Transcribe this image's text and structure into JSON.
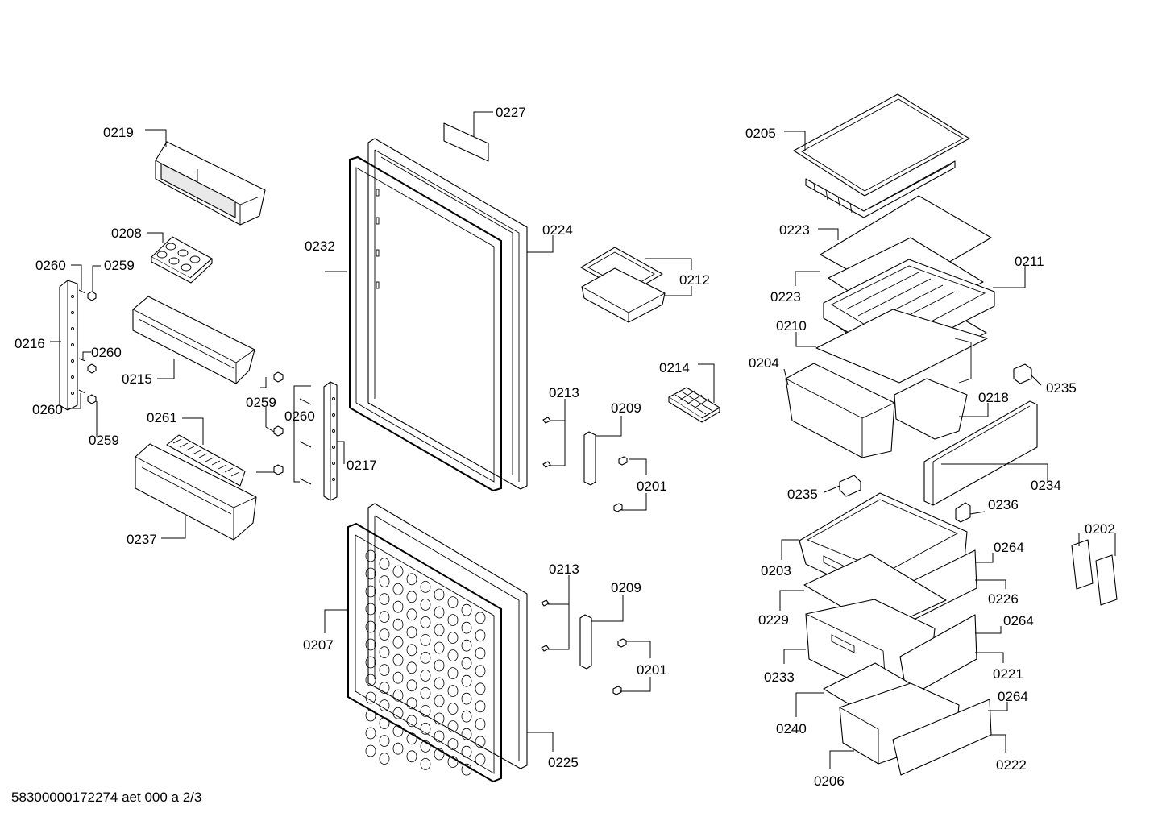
{
  "footer": "58300000172274 aet 000 a 2/3",
  "labels": {
    "l0219": "0219",
    "l0208": "0208",
    "l0260a": "0260",
    "l0259a": "0259",
    "l0216": "0216",
    "l0260b": "0260",
    "l0215": "0215",
    "l0260c": "0260",
    "l0259b": "0259",
    "l0261": "0261",
    "l0259c": "0259",
    "l0260d": "0260",
    "l0217": "0217",
    "l0237": "0237",
    "l0227": "0227",
    "l0232": "0232",
    "l0224": "0224",
    "l0212": "0212",
    "l0214": "0214",
    "l0213a": "0213",
    "l0209a": "0209",
    "l0201a": "0201",
    "l0213b": "0213",
    "l0209b": "0209",
    "l0201b": "0201",
    "l0207": "0207",
    "l0225": "0225",
    "l0205": "0205",
    "l0223a": "0223",
    "l0223b": "0223",
    "l0211": "0211",
    "l0210": "0210",
    "l0204": "0204",
    "l0235a": "0235",
    "l0218": "0218",
    "l0234": "0234",
    "l0235b": "0235",
    "l0236": "0236",
    "l0202": "0202",
    "l0203": "0203",
    "l0264a": "0264",
    "l0226": "0226",
    "l0229": "0229",
    "l0264b": "0264",
    "l0233": "0233",
    "l0221": "0221",
    "l0240": "0240",
    "l0264c": "0264",
    "l0206": "0206",
    "l0222": "0222"
  }
}
